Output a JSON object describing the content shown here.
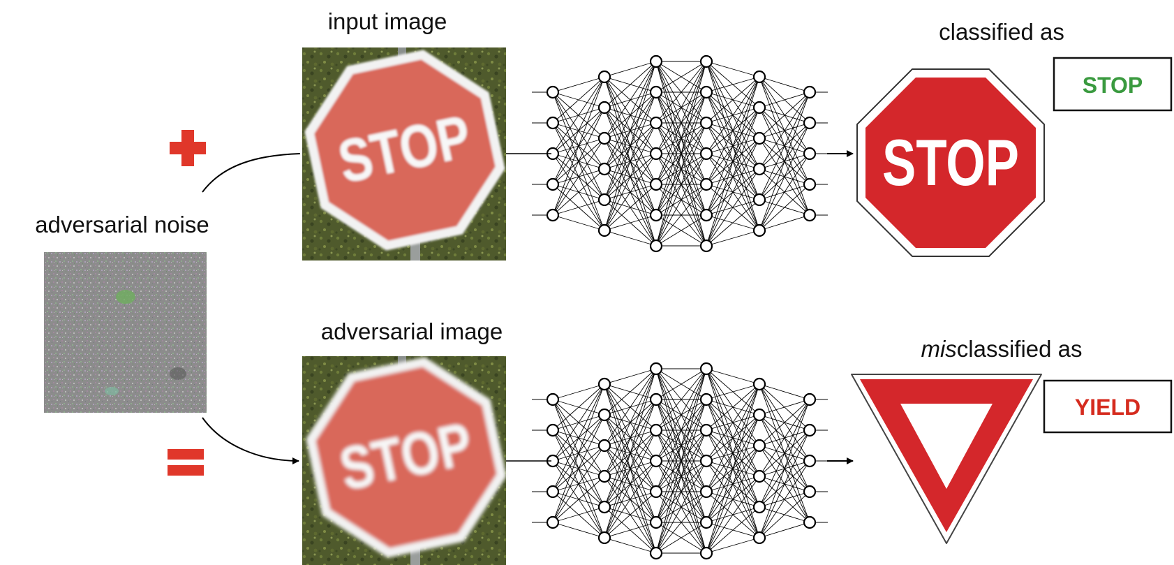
{
  "labels": {
    "input_image": "input image",
    "adversarial_noise": "adversarial noise",
    "adversarial_image": "adversarial image",
    "classified_as": "classified as",
    "misclassified_prefix": "mis",
    "misclassified_suffix": "classified as"
  },
  "sign_text": "STOP",
  "results": {
    "top": "STOP",
    "bottom": "YIELD"
  },
  "colors": {
    "correct": "#3a9a3f",
    "wrong": "#d52b1e",
    "sign_red": "#d4272b",
    "photo_sign": "#d9685a",
    "operator": "#e0372a"
  },
  "operators": {
    "plus": "plus-icon",
    "equals": "equals-icon"
  }
}
